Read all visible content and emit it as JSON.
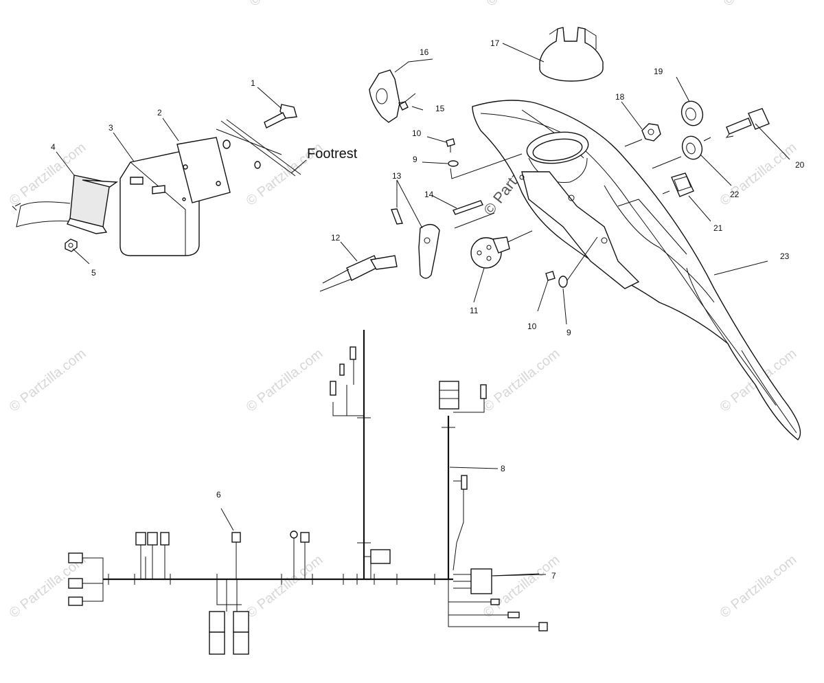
{
  "diagram": {
    "label_footrest": "Footrest",
    "watermark": "© Partzilla.com",
    "callouts": [
      {
        "id": "c1",
        "text": "1"
      },
      {
        "id": "c2",
        "text": "2"
      },
      {
        "id": "c3",
        "text": "3"
      },
      {
        "id": "c4",
        "text": "4"
      },
      {
        "id": "c5",
        "text": "5"
      },
      {
        "id": "c6",
        "text": "6"
      },
      {
        "id": "c7",
        "text": "7"
      },
      {
        "id": "c8",
        "text": "8"
      },
      {
        "id": "c9a",
        "text": "9"
      },
      {
        "id": "c9b",
        "text": "9"
      },
      {
        "id": "c10a",
        "text": "10"
      },
      {
        "id": "c10b",
        "text": "10"
      },
      {
        "id": "c11",
        "text": "11"
      },
      {
        "id": "c12",
        "text": "12"
      },
      {
        "id": "c13",
        "text": "13"
      },
      {
        "id": "c14",
        "text": "14"
      },
      {
        "id": "c15",
        "text": "15"
      },
      {
        "id": "c16",
        "text": "16"
      },
      {
        "id": "c17",
        "text": "17"
      },
      {
        "id": "c18",
        "text": "18"
      },
      {
        "id": "c19",
        "text": "19"
      },
      {
        "id": "c20",
        "text": "20"
      },
      {
        "id": "c21",
        "text": "21"
      },
      {
        "id": "c22",
        "text": "22"
      },
      {
        "id": "c23",
        "text": "23"
      }
    ]
  }
}
